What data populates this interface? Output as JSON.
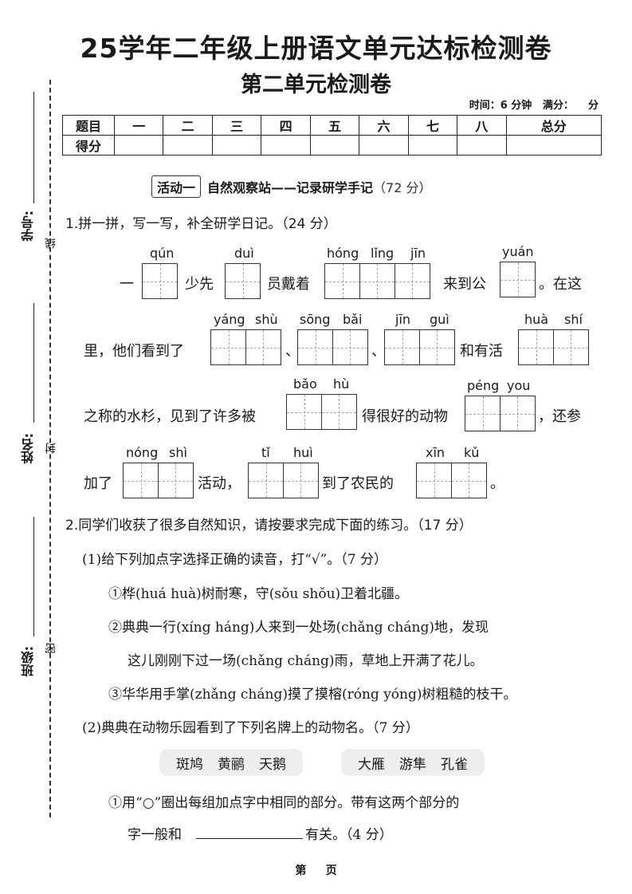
{
  "header": {
    "title": "25学年二年级上册语文单元达标检测卷",
    "subtitle": "第二单元检测卷",
    "meta": "时间：6 分钟   满分：    分"
  },
  "score_table": {
    "head": [
      "题目",
      "一",
      "二",
      "三",
      "四",
      "五",
      "六",
      "七",
      "八",
      "总分"
    ],
    "row_label": "得分"
  },
  "side": {
    "xuehao": "学号:",
    "xing": "姓名:",
    "ban": "班级:",
    "xian": "线",
    "feng": "封",
    "mi": "密"
  },
  "activity": {
    "tag": "活动一",
    "name": "自然观察站——记录研学手记",
    "points": "（72 分）"
  },
  "q1": {
    "stem": "1.拼一拼，写一写，补全研学日记。（24 分）",
    "pinyin": [
      "qún",
      "duì",
      "hóng",
      "lǐng",
      "jīn",
      "yuán",
      "yáng",
      "shù",
      "sōng",
      "bǎi",
      "jīn",
      "guì",
      "huà",
      "shí",
      "bǎo",
      "hù",
      "péng",
      "you",
      "nóng",
      "shì",
      "tǐ",
      "huì",
      "xīn",
      "kǔ"
    ],
    "text": [
      "一",
      "少先",
      "员戴着",
      "来到公",
      "。在这",
      "里，他们看到了",
      "、",
      "、",
      "和有活",
      "之称的水杉，见到了许多被",
      "得很好的动物",
      "，还参",
      "加了",
      "活动，",
      "到了农民的",
      "。"
    ]
  },
  "q2": {
    "stem": "2.同学们收获了很多自然知识，请按要求完成下面的练习。（17 分）",
    "p1": "(1)给下列加点字选择正确的读音，打“√”。（7 分）",
    "l1": "①桦(huá   huà)树耐寒，守(sǒu   shǒu)卫着北疆。",
    "l2": "②典典一行(xíng   háng)人来到一处场(chǎng   cháng)地，发现",
    "l3": "这儿刚刚下过一场(chǎng   cháng)雨，草地上开满了花儿。",
    "l4": "③华华用手掌(zhǎng   cháng)摸了摸榕(róng   yóng)树粗糙的枝干。",
    "p2": "(2)典典在动物乐园看到了下列名牌上的动物名。（7 分）",
    "group1": [
      "斑鸠",
      "黄鹂",
      "天鹅"
    ],
    "group2": [
      "大雁",
      "游隼",
      "孔雀"
    ],
    "l5": "①用“○”圈出每组加点字中相同的部分。带有这两个部分的",
    "l6a": "字一般和",
    "l6b": "有关。（4 分）"
  },
  "footer": {
    "page": "第     页"
  }
}
